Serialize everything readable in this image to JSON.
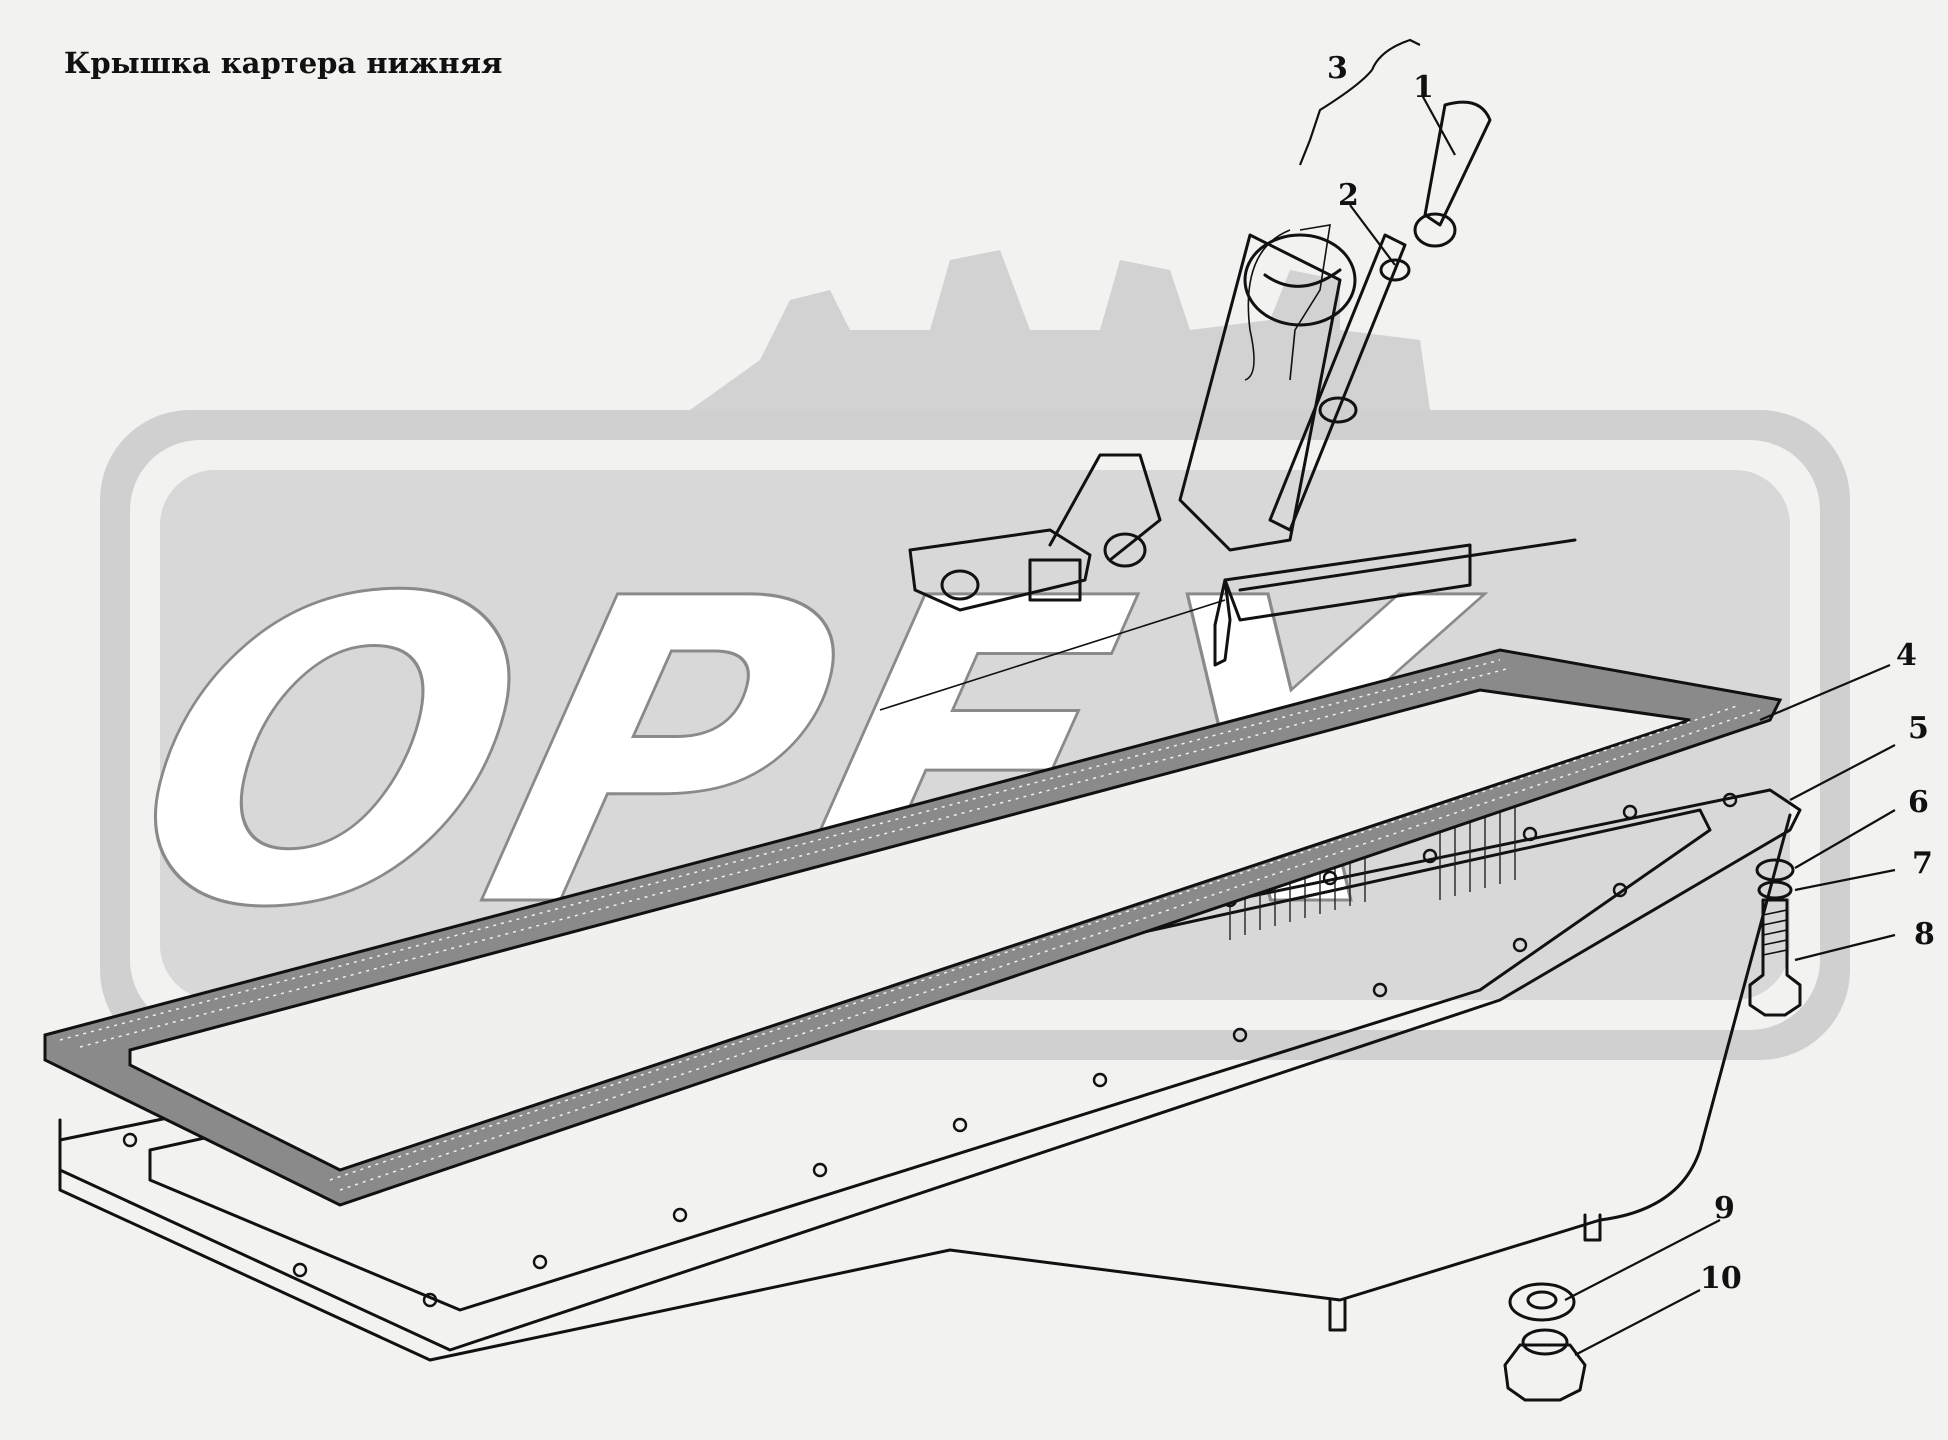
{
  "title": "Крышка картера нижняя",
  "watermark": {
    "text": "OPEX"
  },
  "callouts": [
    "1",
    "2",
    "3",
    "4",
    "5",
    "6",
    "7",
    "8",
    "9",
    "10"
  ],
  "colors": {
    "background": "#f2f2f0",
    "ink": "#111111",
    "watermark_fill": "#d0d0d0"
  }
}
